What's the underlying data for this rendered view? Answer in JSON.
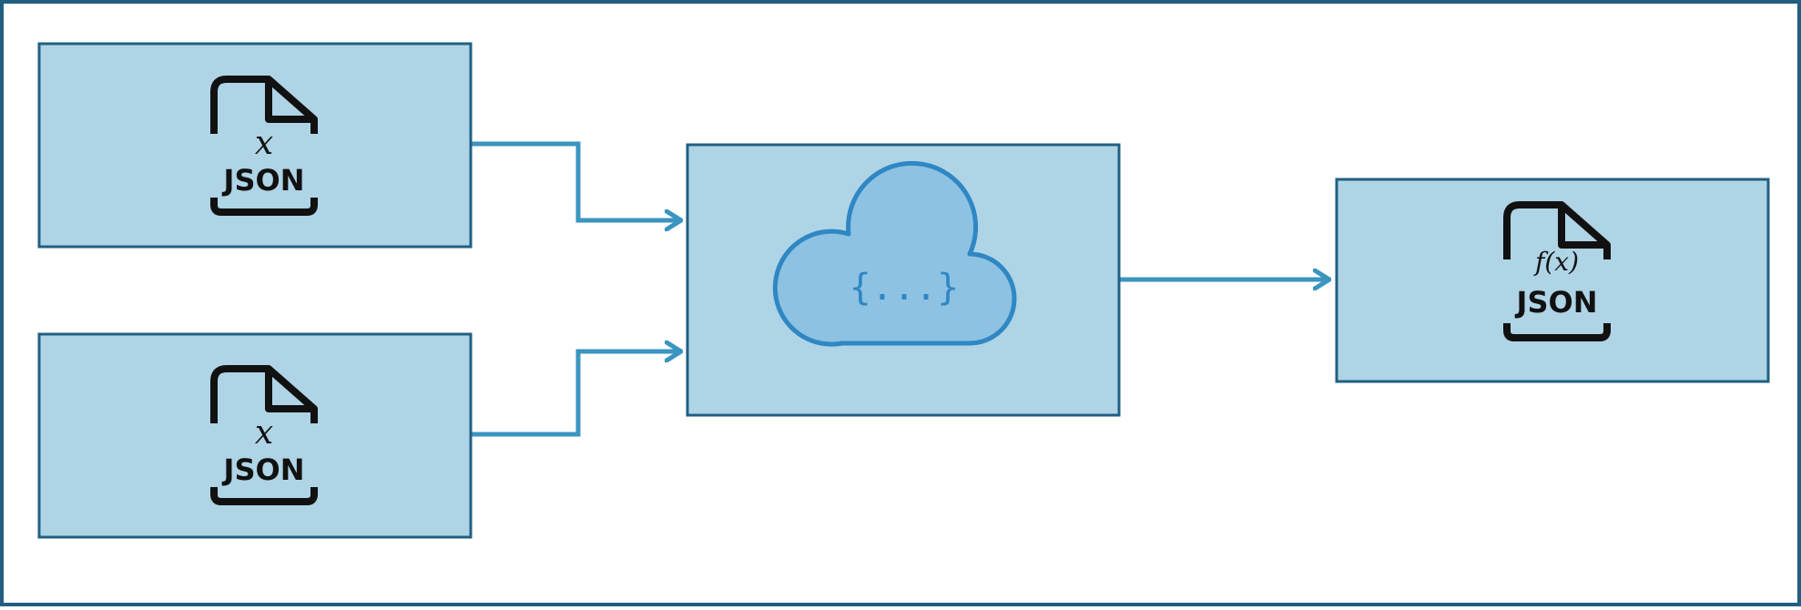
{
  "colors": {
    "frame": "#215f82",
    "box_fill": "#aed4e6",
    "box_stroke": "#215f82",
    "arrow": "#3a95c0",
    "cloud_fill": "#8dc2e3",
    "cloud_stroke": "#2f87c3",
    "icon": "#111111"
  },
  "nodes": {
    "input_1": {
      "icon": "json-file-icon",
      "variable": "x",
      "label": "JSON"
    },
    "input_2": {
      "icon": "json-file-icon",
      "variable": "x",
      "label": "JSON"
    },
    "processor": {
      "icon": "cloud-icon",
      "symbol": "{...}"
    },
    "output": {
      "icon": "json-file-icon",
      "function": "f(x)",
      "label": "JSON"
    }
  }
}
